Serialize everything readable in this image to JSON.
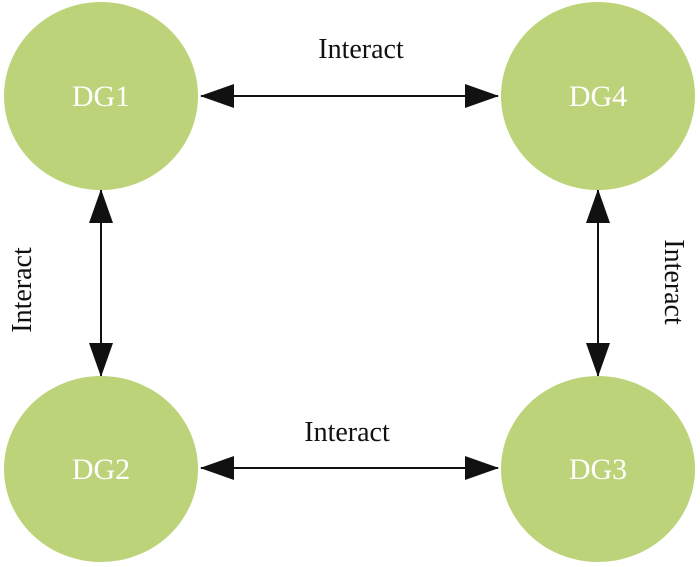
{
  "colors": {
    "node_fill": "#bdd37a",
    "edge": "#111111"
  },
  "nodes": [
    {
      "id": "dg1",
      "label": "DG1"
    },
    {
      "id": "dg4",
      "label": "DG4"
    },
    {
      "id": "dg2",
      "label": "DG2"
    },
    {
      "id": "dg3",
      "label": "DG3"
    }
  ],
  "edges": [
    {
      "from": "dg1",
      "to": "dg4",
      "label": "Interact",
      "bidirectional": true
    },
    {
      "from": "dg1",
      "to": "dg2",
      "label": "Interact",
      "bidirectional": true
    },
    {
      "from": "dg4",
      "to": "dg3",
      "label": "Interact",
      "bidirectional": true
    },
    {
      "from": "dg2",
      "to": "dg3",
      "label": "Interact",
      "bidirectional": true
    }
  ]
}
